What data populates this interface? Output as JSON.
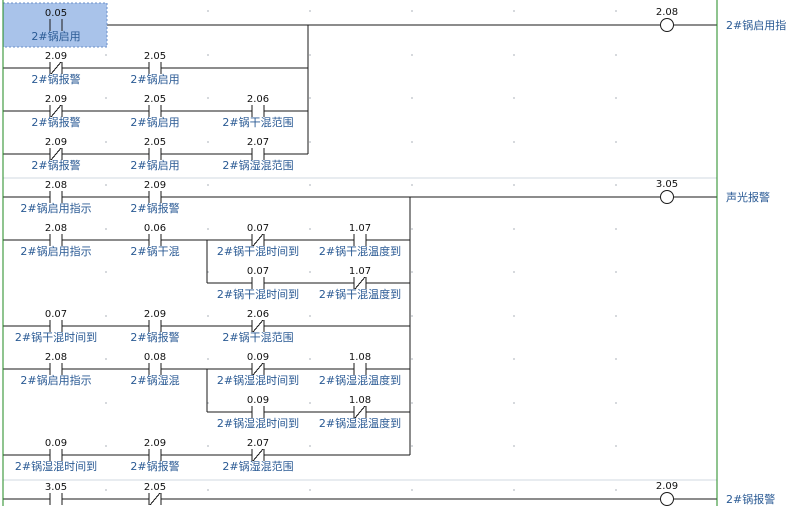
{
  "rungs": [
    {
      "coil": {
        "addr": "2.08",
        "comment": "2#锅启用指"
      },
      "contacts": [
        {
          "addr": "0.05",
          "comment": "2#锅启用",
          "kind": "no",
          "selected": true
        },
        {
          "addr": "2.09",
          "comment": "2#锅报警",
          "kind": "nc"
        },
        {
          "addr": "2.05",
          "comment": "2#锅启用",
          "kind": "no"
        },
        {
          "addr": "2.09",
          "comment": "2#锅报警",
          "kind": "nc"
        },
        {
          "addr": "2.05",
          "comment": "2#锅启用",
          "kind": "no"
        },
        {
          "addr": "2.06",
          "comment": "2#锅干混范围",
          "kind": "no"
        },
        {
          "addr": "2.09",
          "comment": "2#锅报警",
          "kind": "nc"
        },
        {
          "addr": "2.05",
          "comment": "2#锅启用",
          "kind": "no"
        },
        {
          "addr": "2.07",
          "comment": "2#锅湿混范围",
          "kind": "no"
        }
      ]
    },
    {
      "coil": {
        "addr": "3.05",
        "comment": "声光报警"
      },
      "contacts": [
        {
          "addr": "2.08",
          "comment": "2#锅启用指示",
          "kind": "no"
        },
        {
          "addr": "2.09",
          "comment": "2#锅报警",
          "kind": "no"
        },
        {
          "addr": "2.08",
          "comment": "2#锅启用指示",
          "kind": "no"
        },
        {
          "addr": "0.06",
          "comment": "2#锅干混",
          "kind": "no"
        },
        {
          "addr": "0.07",
          "comment": "2#锅干混时间到",
          "kind": "nc"
        },
        {
          "addr": "1.07",
          "comment": "2#锅干混温度到",
          "kind": "no"
        },
        {
          "addr": "0.07",
          "comment": "2#锅干混时间到",
          "kind": "no"
        },
        {
          "addr": "1.07",
          "comment": "2#锅干混温度到",
          "kind": "nc"
        },
        {
          "addr": "0.07",
          "comment": "2#锅干混时间到",
          "kind": "no"
        },
        {
          "addr": "2.09",
          "comment": "2#锅报警",
          "kind": "no"
        },
        {
          "addr": "2.06",
          "comment": "2#锅干混范围",
          "kind": "nc"
        },
        {
          "addr": "2.08",
          "comment": "2#锅启用指示",
          "kind": "no"
        },
        {
          "addr": "0.08",
          "comment": "2#锅湿混",
          "kind": "no"
        },
        {
          "addr": "0.09",
          "comment": "2#锅湿混时间到",
          "kind": "nc"
        },
        {
          "addr": "1.08",
          "comment": "2#锅湿混温度到",
          "kind": "no"
        },
        {
          "addr": "0.09",
          "comment": "2#锅湿混时间到",
          "kind": "no"
        },
        {
          "addr": "1.08",
          "comment": "2#锅湿混温度到",
          "kind": "nc"
        },
        {
          "addr": "0.09",
          "comment": "2#锅湿混时间到",
          "kind": "no"
        },
        {
          "addr": "2.09",
          "comment": "2#锅报警",
          "kind": "no"
        },
        {
          "addr": "2.07",
          "comment": "2#锅湿混范围",
          "kind": "nc"
        }
      ]
    },
    {
      "coil": {
        "addr": "2.09",
        "comment": "2#锅报警"
      },
      "contacts": [
        {
          "addr": "3.05",
          "comment": "",
          "kind": "no"
        },
        {
          "addr": "2.05",
          "comment": "",
          "kind": "nc"
        }
      ]
    }
  ],
  "icons": {
    "no_contact": "normally-open-contact-icon",
    "nc_contact": "normally-closed-contact-icon",
    "coil": "output-coil-icon"
  },
  "colors": {
    "wire": "#1a1a1a",
    "comment": "#2a5a94",
    "selection": "#a9c3ea",
    "power_rail": "#1f8a1f"
  }
}
